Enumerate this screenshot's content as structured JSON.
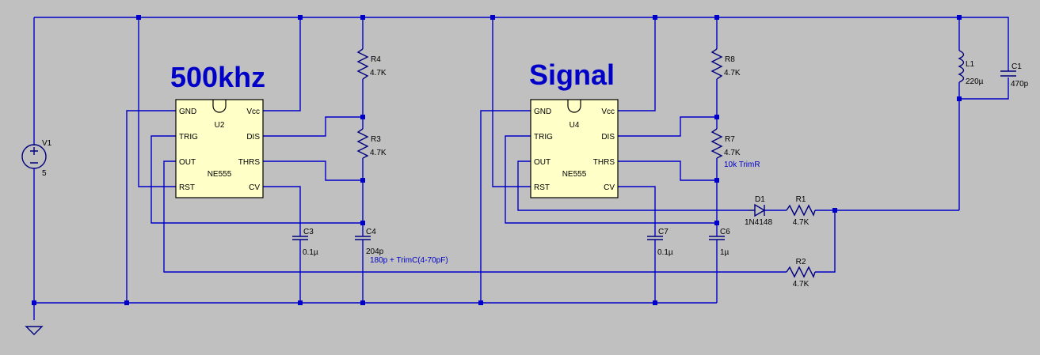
{
  "titles": {
    "left": "500khz",
    "right": "Signal"
  },
  "u2": {
    "ref": "U2",
    "part": "NE555",
    "gnd": "GND",
    "vcc": "Vcc",
    "trig": "TRIG",
    "dis": "DIS",
    "out": "OUT",
    "thrs": "THRS",
    "rst": "RST",
    "cv": "CV"
  },
  "u4": {
    "ref": "U4",
    "part": "NE555",
    "gnd": "GND",
    "vcc": "Vcc",
    "trig": "TRIG",
    "dis": "DIS",
    "out": "OUT",
    "thrs": "THRS",
    "rst": "RST",
    "cv": "CV"
  },
  "v1": {
    "ref": "V1",
    "value": "5"
  },
  "r4": {
    "ref": "R4",
    "value": "4.7K"
  },
  "r3": {
    "ref": "R3",
    "value": "4.7K"
  },
  "c3": {
    "ref": "C3",
    "value": "0.1µ"
  },
  "c4": {
    "ref": "C4",
    "value": "204p",
    "note": "180p + TrimC(4-70pF)"
  },
  "r8": {
    "ref": "R8",
    "value": "4.7K"
  },
  "r7": {
    "ref": "R7",
    "value": "4.7K",
    "note": "10k TrimR"
  },
  "c7": {
    "ref": "C7",
    "value": "0.1µ"
  },
  "c6": {
    "ref": "C6",
    "value": "1µ"
  },
  "d1": {
    "ref": "D1",
    "value": "1N4148"
  },
  "r1": {
    "ref": "R1",
    "value": "4.7K"
  },
  "r2": {
    "ref": "R2",
    "value": "4.7K"
  },
  "l1": {
    "ref": "L1",
    "value": "220µ"
  },
  "c1": {
    "ref": "C1",
    "value": "470p"
  }
}
